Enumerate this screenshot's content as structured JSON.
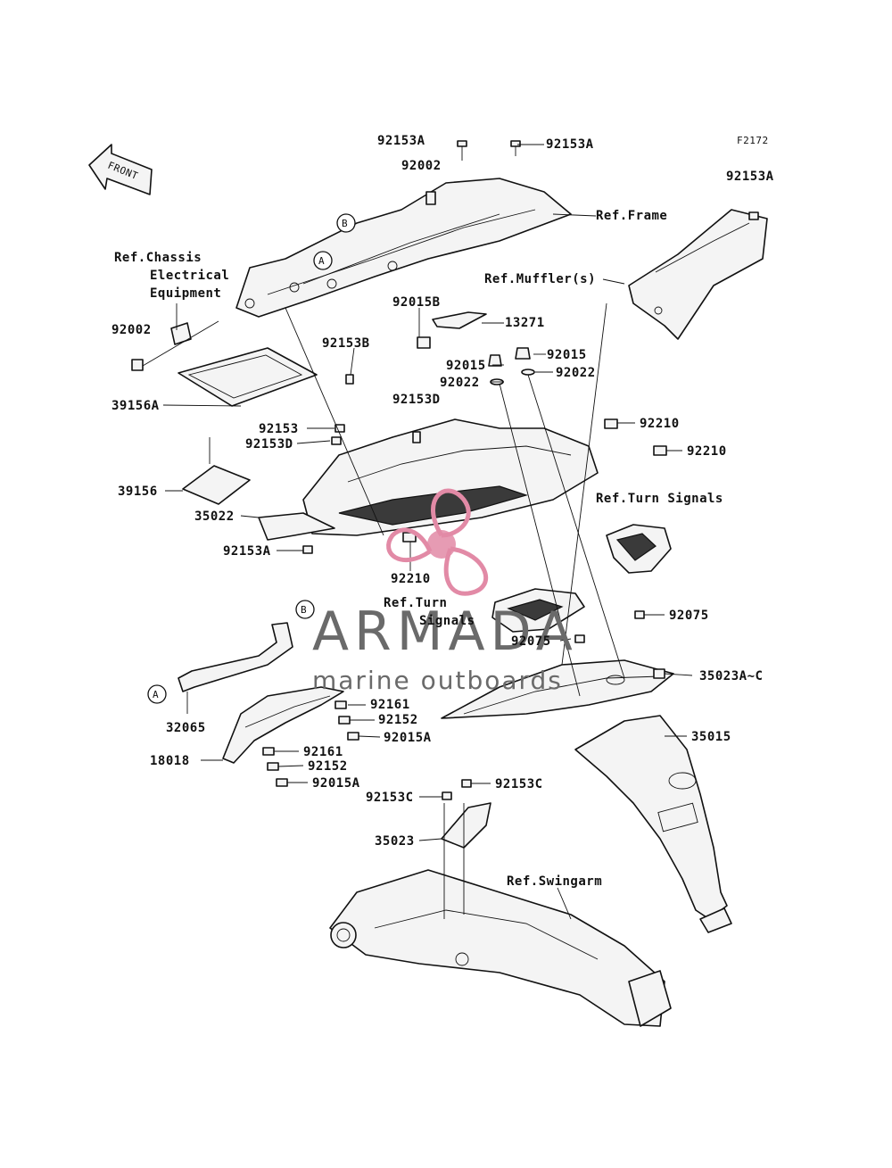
{
  "figure_code": "F2172",
  "front_arrow": "FRONT",
  "references": {
    "frame": "Ref.Frame",
    "chassis_line1": "Ref.Chassis",
    "chassis_line2": "Electrical",
    "chassis_line3": "Equipment",
    "muffler": "Ref.Muffler(s)",
    "turn_signals_right": "Ref.Turn Signals",
    "turn_signals_left_line1": "Ref.Turn",
    "turn_signals_left_line2": "Signals",
    "swingarm": "Ref.Swingarm"
  },
  "callouts": {
    "a": "A",
    "b": "B"
  },
  "parts": {
    "p92153A_top_left": "92153A",
    "p92153A_top_right": "92153A",
    "p92153A_far_right": "92153A",
    "p92002_top": "92002",
    "p92002_left": "92002",
    "p92015B": "92015B",
    "p13271": "13271",
    "p92015_a": "92015",
    "p92015_b": "92015",
    "p92022_a": "92022",
    "p92022_b": "92022",
    "p92153B": "92153B",
    "p92153D_top": "92153D",
    "p39156A": "39156A",
    "p92153": "92153",
    "p92153D": "92153D",
    "p92210_a": "92210",
    "p92210_b": "92210",
    "p92210_c": "92210",
    "p39156": "39156",
    "p35022": "35022",
    "p92153A_mid": "92153A",
    "p92075_a": "92075",
    "p92075_b": "92075",
    "p35023AC": "35023A~C",
    "p32065": "32065",
    "p92161_a": "92161",
    "p92152_a": "92152",
    "p92015A_a": "92015A",
    "p18018": "18018",
    "p92161_b": "92161",
    "p92152_b": "92152",
    "p92015A_b": "92015A",
    "p35015": "35015",
    "p92153C_a": "92153C",
    "p92153C_b": "92153C",
    "p35023": "35023"
  },
  "watermark": {
    "brand": "ARMADA",
    "tagline": "marine outboards",
    "color": "#e28aa6"
  }
}
